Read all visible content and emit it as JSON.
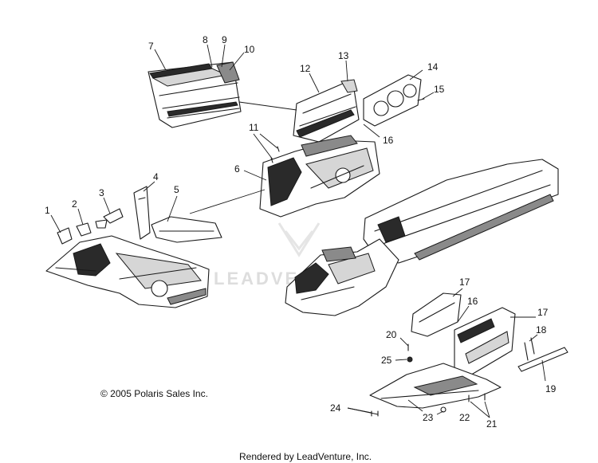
{
  "callouts": [
    {
      "id": "c1",
      "label": "1"
    },
    {
      "id": "c2",
      "label": "2"
    },
    {
      "id": "c3",
      "label": "3"
    },
    {
      "id": "c4",
      "label": "4"
    },
    {
      "id": "c5",
      "label": "5"
    },
    {
      "id": "c6",
      "label": "6"
    },
    {
      "id": "c7",
      "label": "7"
    },
    {
      "id": "c8",
      "label": "8"
    },
    {
      "id": "c9",
      "label": "9"
    },
    {
      "id": "c10",
      "label": "10"
    },
    {
      "id": "c11",
      "label": "11"
    },
    {
      "id": "c12",
      "label": "12"
    },
    {
      "id": "c13",
      "label": "13"
    },
    {
      "id": "c14",
      "label": "14"
    },
    {
      "id": "c15",
      "label": "15"
    },
    {
      "id": "c16a",
      "label": "16"
    },
    {
      "id": "c16b",
      "label": "16"
    },
    {
      "id": "c17",
      "label": "17"
    },
    {
      "id": "c18",
      "label": "18"
    },
    {
      "id": "c19",
      "label": "19"
    },
    {
      "id": "c20",
      "label": "20"
    },
    {
      "id": "c21a",
      "label": "21"
    },
    {
      "id": "c21b",
      "label": "21"
    },
    {
      "id": "c22",
      "label": "22"
    },
    {
      "id": "c23",
      "label": "23"
    },
    {
      "id": "c24",
      "label": "24"
    },
    {
      "id": "c25",
      "label": "25"
    }
  ],
  "copyright": "© 2005 Polaris Sales Inc.",
  "credit": "Rendered by LeadVenture, Inc.",
  "watermark": "LEADVENTURE"
}
